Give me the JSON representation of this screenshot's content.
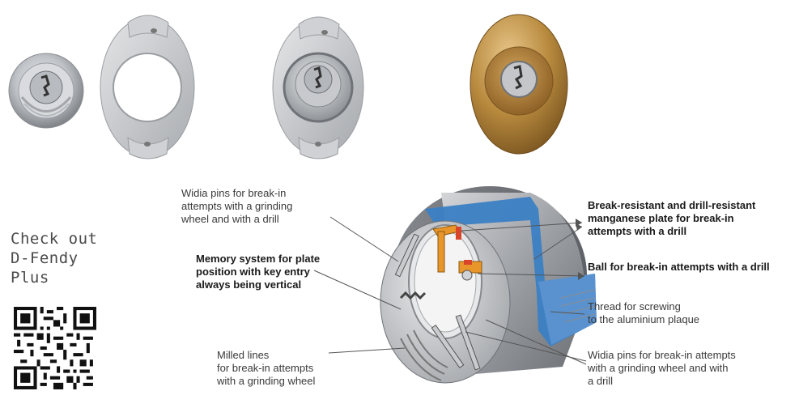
{
  "products": [
    {
      "name": "cylinder-front",
      "finish": "chrome"
    },
    {
      "name": "escutcheon-ring",
      "finish": "satin-silver"
    },
    {
      "name": "escutcheon-with-cylinder",
      "finish": "satin-silver"
    },
    {
      "name": "escutcheon-bronze",
      "finish": "bronze"
    }
  ],
  "colors": {
    "silver": "#c8c9cb",
    "bronze": "#a87a2e",
    "blue_plate": "#3b7fc4",
    "orange_plate": "#e8952a",
    "leader_line": "#555555"
  },
  "promo": {
    "line1": "Check out",
    "line2": "D-Fendy",
    "line3": "Plus",
    "qr_icon": "qr-code-icon"
  },
  "callouts": {
    "widia_top": [
      "Widia pins for break-in",
      "attempts with a grinding",
      "wheel and with a drill"
    ],
    "memory": [
      "Memory system for plate",
      "position with key entry",
      "always being vertical"
    ],
    "milled": [
      "Milled lines",
      "for break-in attempts",
      "with a grinding wheel"
    ],
    "manganese": [
      "Break-resistant and drill-resistant",
      "manganese plate for break-in",
      "attempts with a drill"
    ],
    "ball": [
      "Ball for break-in attempts with a drill"
    ],
    "thread": [
      "Thread for screwing",
      "to the aluminium plaque"
    ],
    "widia_bottom": [
      "Widia pins for break-in attempts",
      "with a grinding wheel and with",
      "a drill"
    ]
  }
}
